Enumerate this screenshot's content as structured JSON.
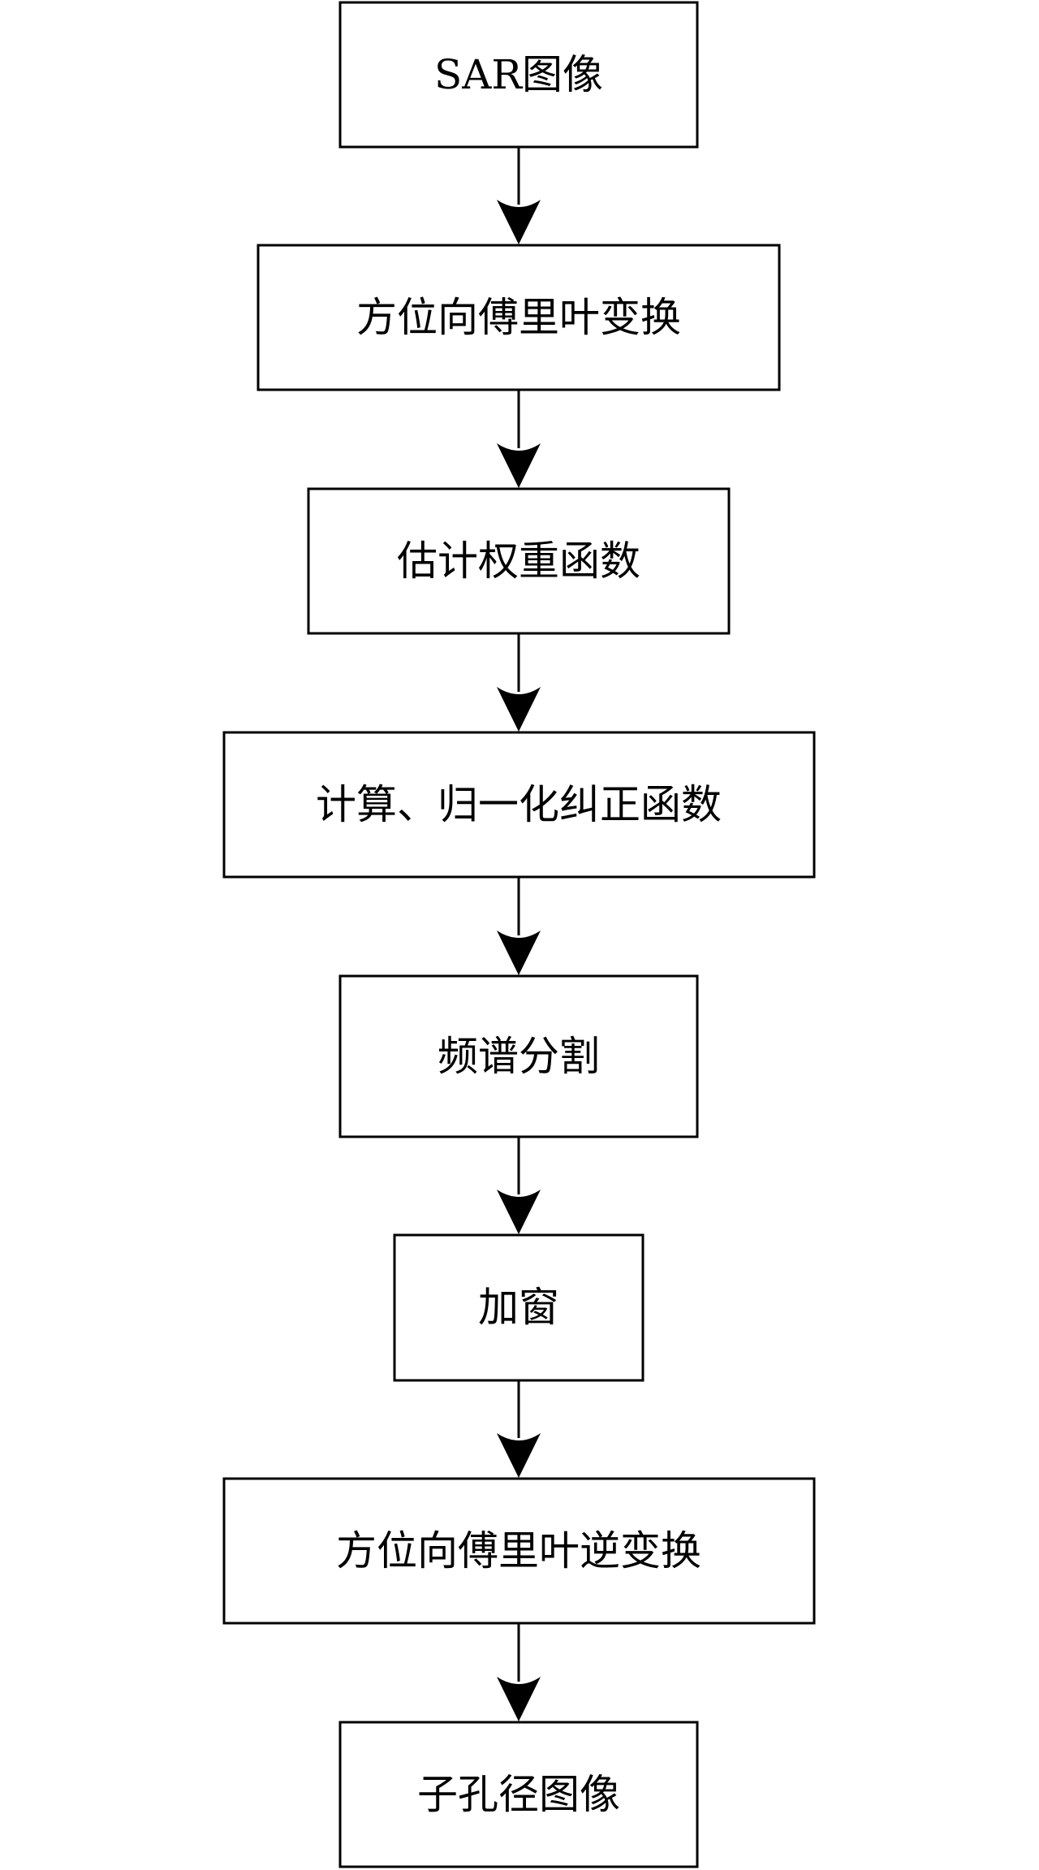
{
  "flowchart": {
    "steps": [
      "SAR图像",
      "方位向傅里叶变换",
      "估计权重函数",
      "计算、归一化纠正函数",
      "频谱分割",
      "加窗",
      "方位向傅里叶逆变换",
      "子孔径图像"
    ],
    "colors": {
      "stroke": "#000000",
      "background": "#ffffff"
    }
  }
}
